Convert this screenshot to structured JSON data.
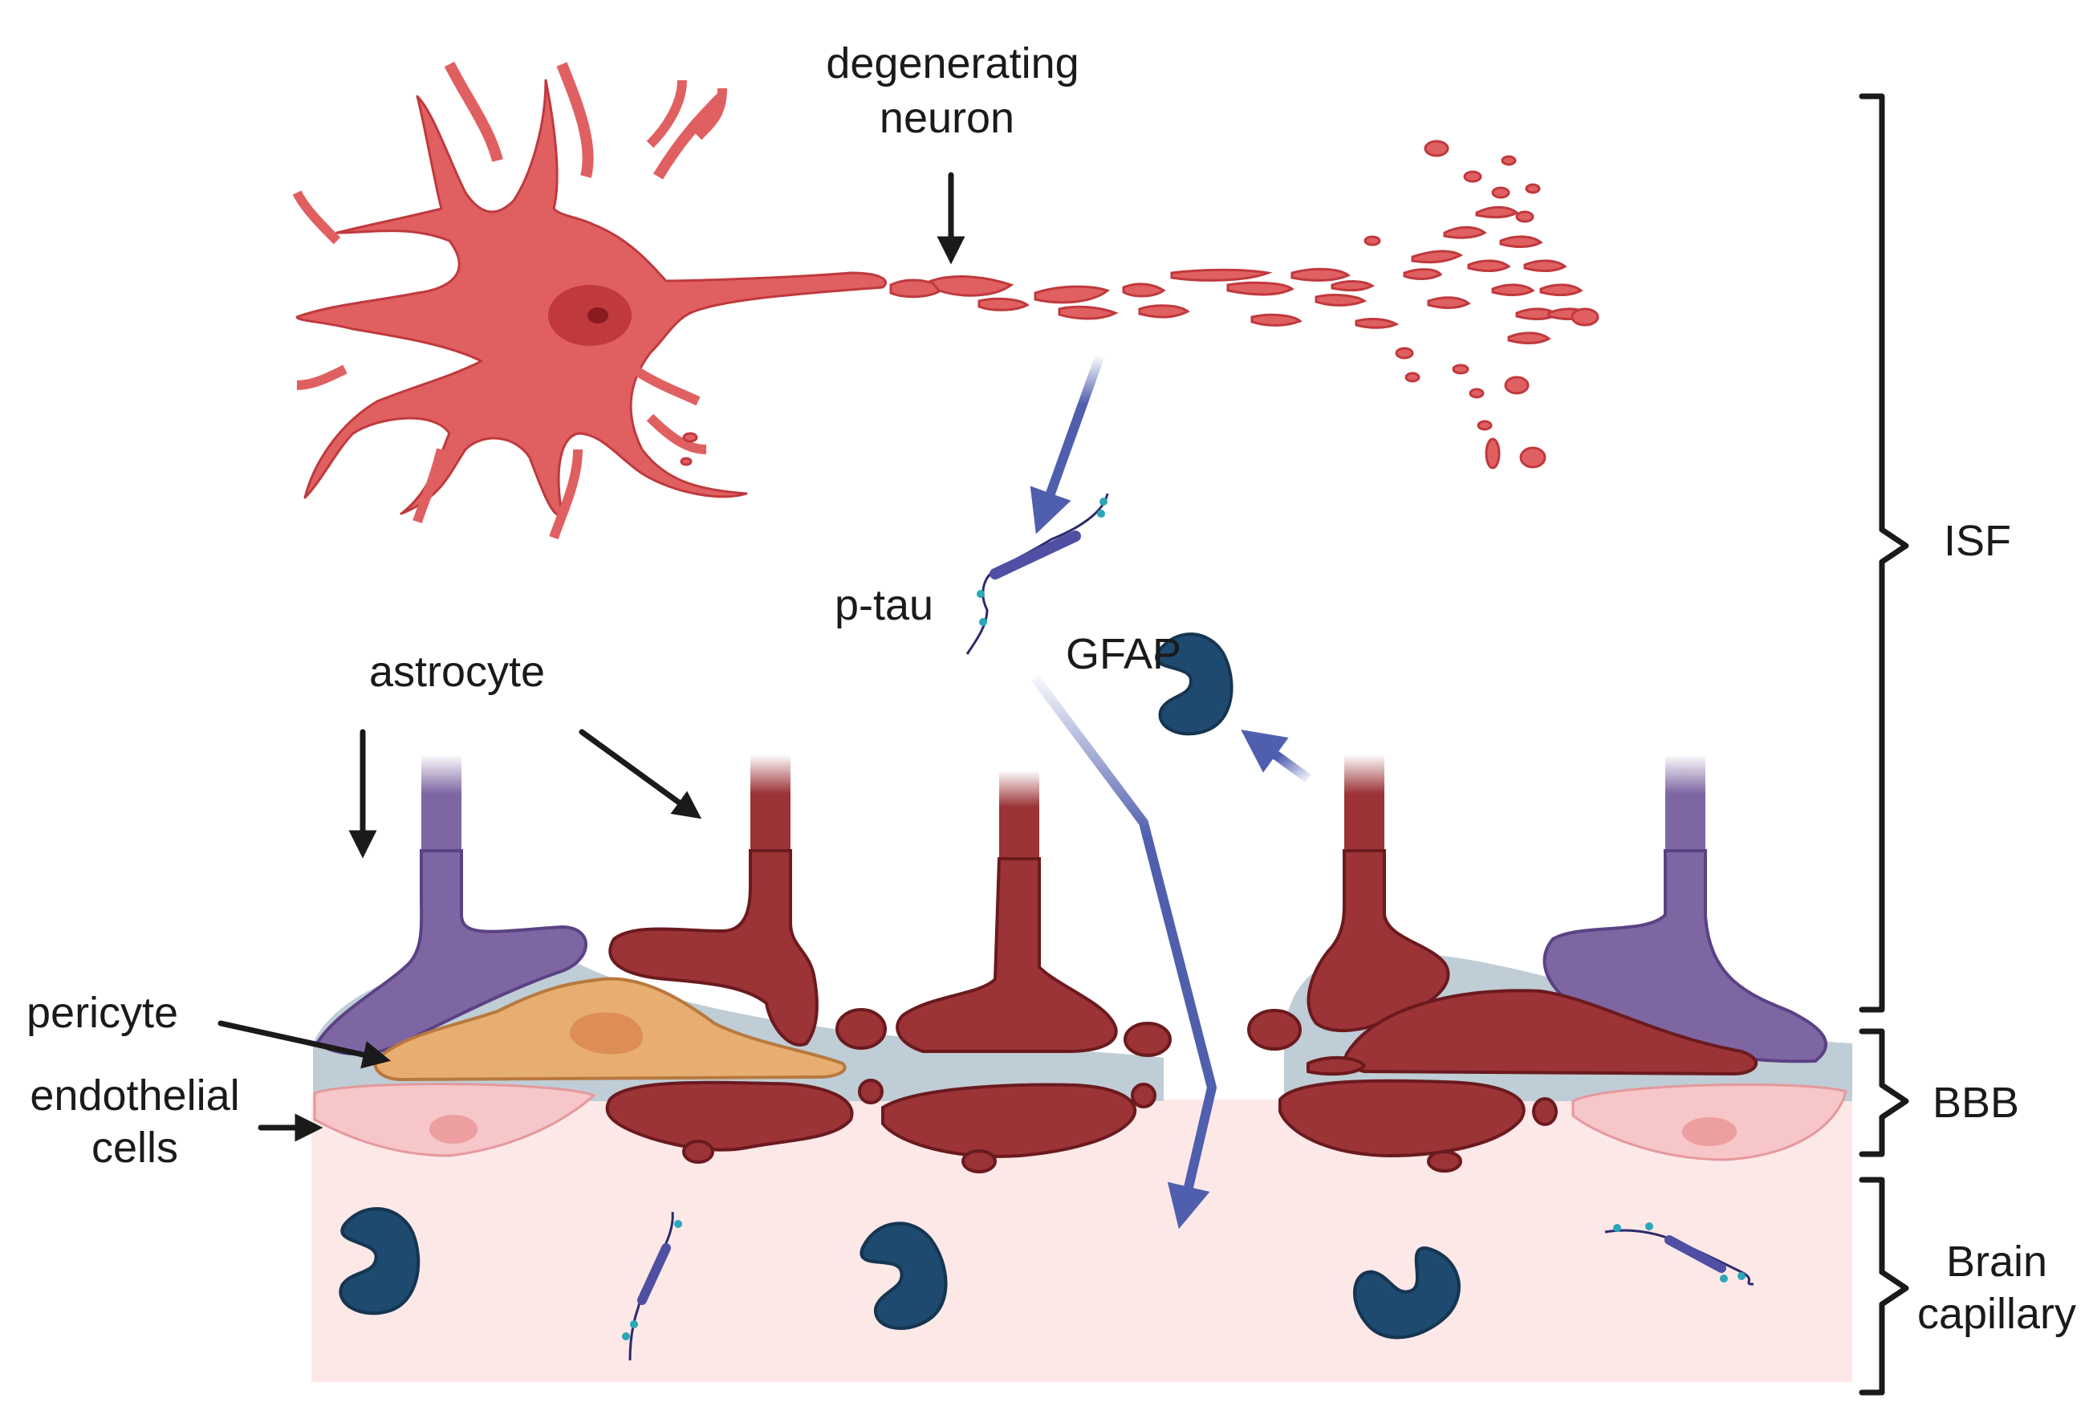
{
  "labels": {
    "neuron_line1": "degenerating",
    "neuron_line2": "neuron",
    "ptau": "p-tau",
    "gfap": "GFAP",
    "astrocyte": "astrocyte",
    "pericyte": "pericyte",
    "endothelial_line1": "endothelial",
    "endothelial_line2": "cells",
    "isf": "ISF",
    "bbb": "BBB",
    "capillary_line1": "Brain",
    "capillary_line2": "capillary"
  },
  "colors": {
    "neuron": "#e06062",
    "neuron_outline": "#c0393d",
    "astrocyte_red": "#9b3337",
    "astrocyte_red_outline": "#6b1a1e",
    "astrocyte_purple": "#7e66a3",
    "astrocyte_purple_outline": "#5b4284",
    "pericyte": "#e8ad70",
    "pericyte_outline": "#b8793e",
    "endothelial": "#f6c6c8",
    "bbb_gap": "#bfcdd6",
    "capillary": "#fde8e8",
    "gfap": "#1f4a70",
    "flow_arrow": "#4f5fae",
    "ptau_body": "#4f4fa3",
    "ptau_dots": "#2aa7b8"
  }
}
